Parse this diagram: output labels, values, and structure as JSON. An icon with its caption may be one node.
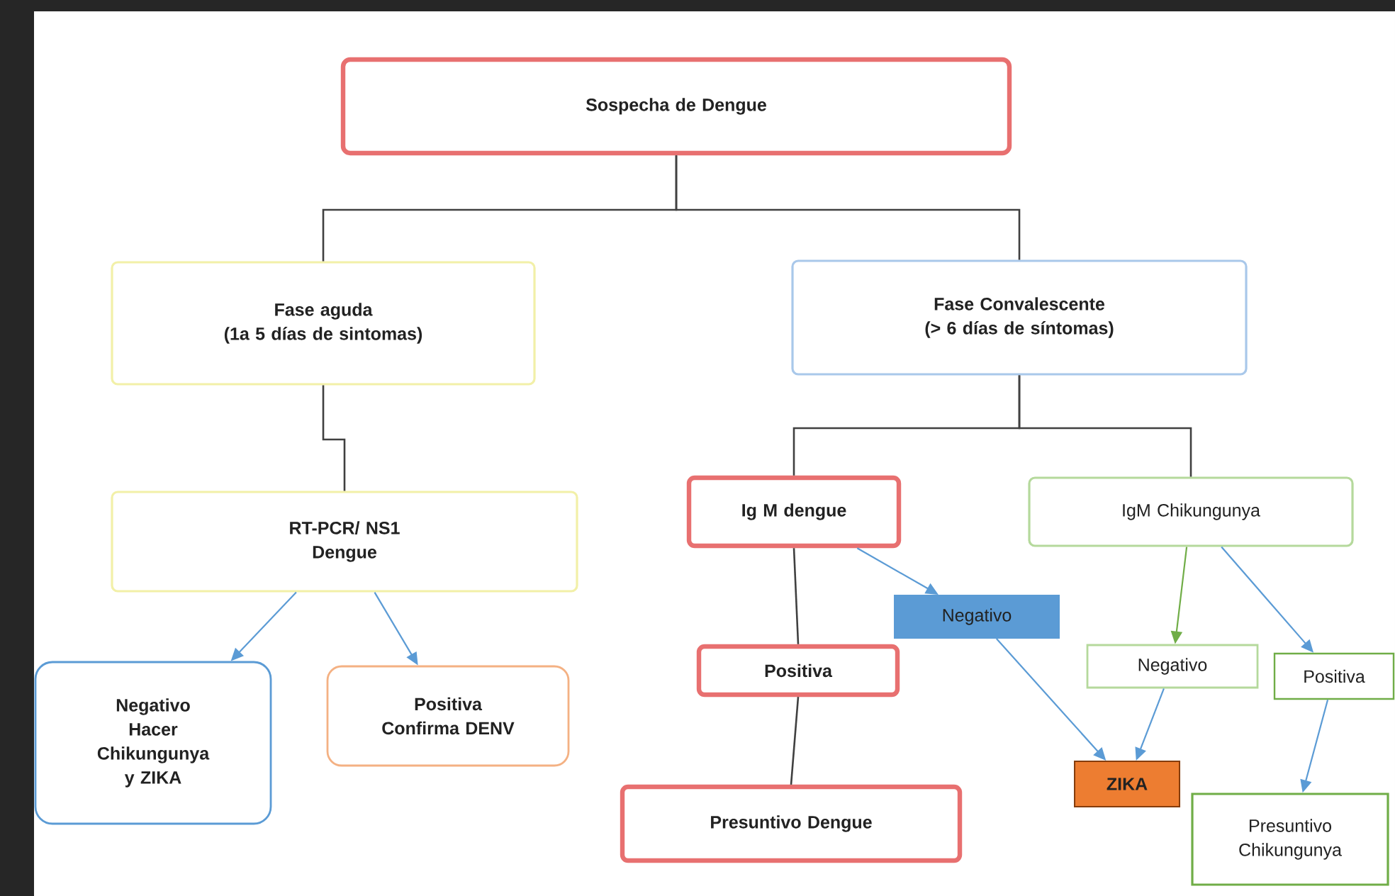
{
  "diagram": {
    "nodes": [
      {
        "text": [
          "Sospecha de Dengue"
        ]
      },
      {
        "text": [
          "Fase aguda",
          "(1a 5 días de sintomas)"
        ]
      },
      {
        "text": [
          "Fase Convalescente",
          "(> 6 días de síntomas)"
        ]
      },
      {
        "text": [
          "RT-PCR/ NS1",
          "Dengue"
        ]
      },
      {
        "text": [
          "Negativo Hacer Chikungunya y ZIKA"
        ]
      },
      {
        "text": [
          "Positiva Confirma DENV"
        ]
      },
      {
        "text": [
          "Ig M dengue"
        ]
      },
      {
        "text": [
          "IgM Chikungunya"
        ]
      },
      {
        "text": [
          "Negativo"
        ]
      },
      {
        "text": [
          "Positiva"
        ]
      },
      {
        "text": [
          "Negativo"
        ]
      },
      {
        "text": [
          "Positiva"
        ]
      },
      {
        "text": [
          "Presuntivo Dengue"
        ]
      },
      {
        "text": [
          "ZIKA"
        ]
      },
      {
        "text": [
          "Presuntivo Chikungunya"
        ]
      }
    ],
    "edges": [
      {
        "from": 0,
        "to": 1,
        "arrow": "none",
        "color": "#404040"
      },
      {
        "from": 0,
        "to": 2,
        "arrow": "none",
        "color": "#404040"
      },
      {
        "from": 1,
        "to": 3,
        "arrow": "none",
        "color": "#404040"
      },
      {
        "from": 3,
        "to": 4,
        "arrow": "to",
        "color": "#5b9bd5"
      },
      {
        "from": 3,
        "to": 5,
        "arrow": "to",
        "color": "#5b9bd5"
      },
      {
        "from": 2,
        "to": 6,
        "arrow": "none",
        "color": "#404040"
      },
      {
        "from": 2,
        "to": 7,
        "arrow": "none",
        "color": "#404040"
      },
      {
        "from": 6,
        "to": 8,
        "arrow": "to",
        "color": "#5b9bd5"
      },
      {
        "from": 6,
        "to": 9,
        "arrow": "none",
        "color": "#404040"
      },
      {
        "from": 9,
        "to": 12,
        "arrow": "none",
        "color": "#404040"
      },
      {
        "from": 8,
        "to": 13,
        "arrow": "to",
        "color": "#5b9bd5"
      },
      {
        "from": 7,
        "to": 10,
        "arrow": "to",
        "color": "#70ad47"
      },
      {
        "from": 7,
        "to": 11,
        "arrow": "to",
        "color": "#5b9bd5"
      },
      {
        "from": 10,
        "to": 13,
        "arrow": "to",
        "color": "#5b9bd5"
      },
      {
        "from": 11,
        "to": 14,
        "arrow": "to",
        "color": "#5b9bd5"
      }
    ]
  }
}
